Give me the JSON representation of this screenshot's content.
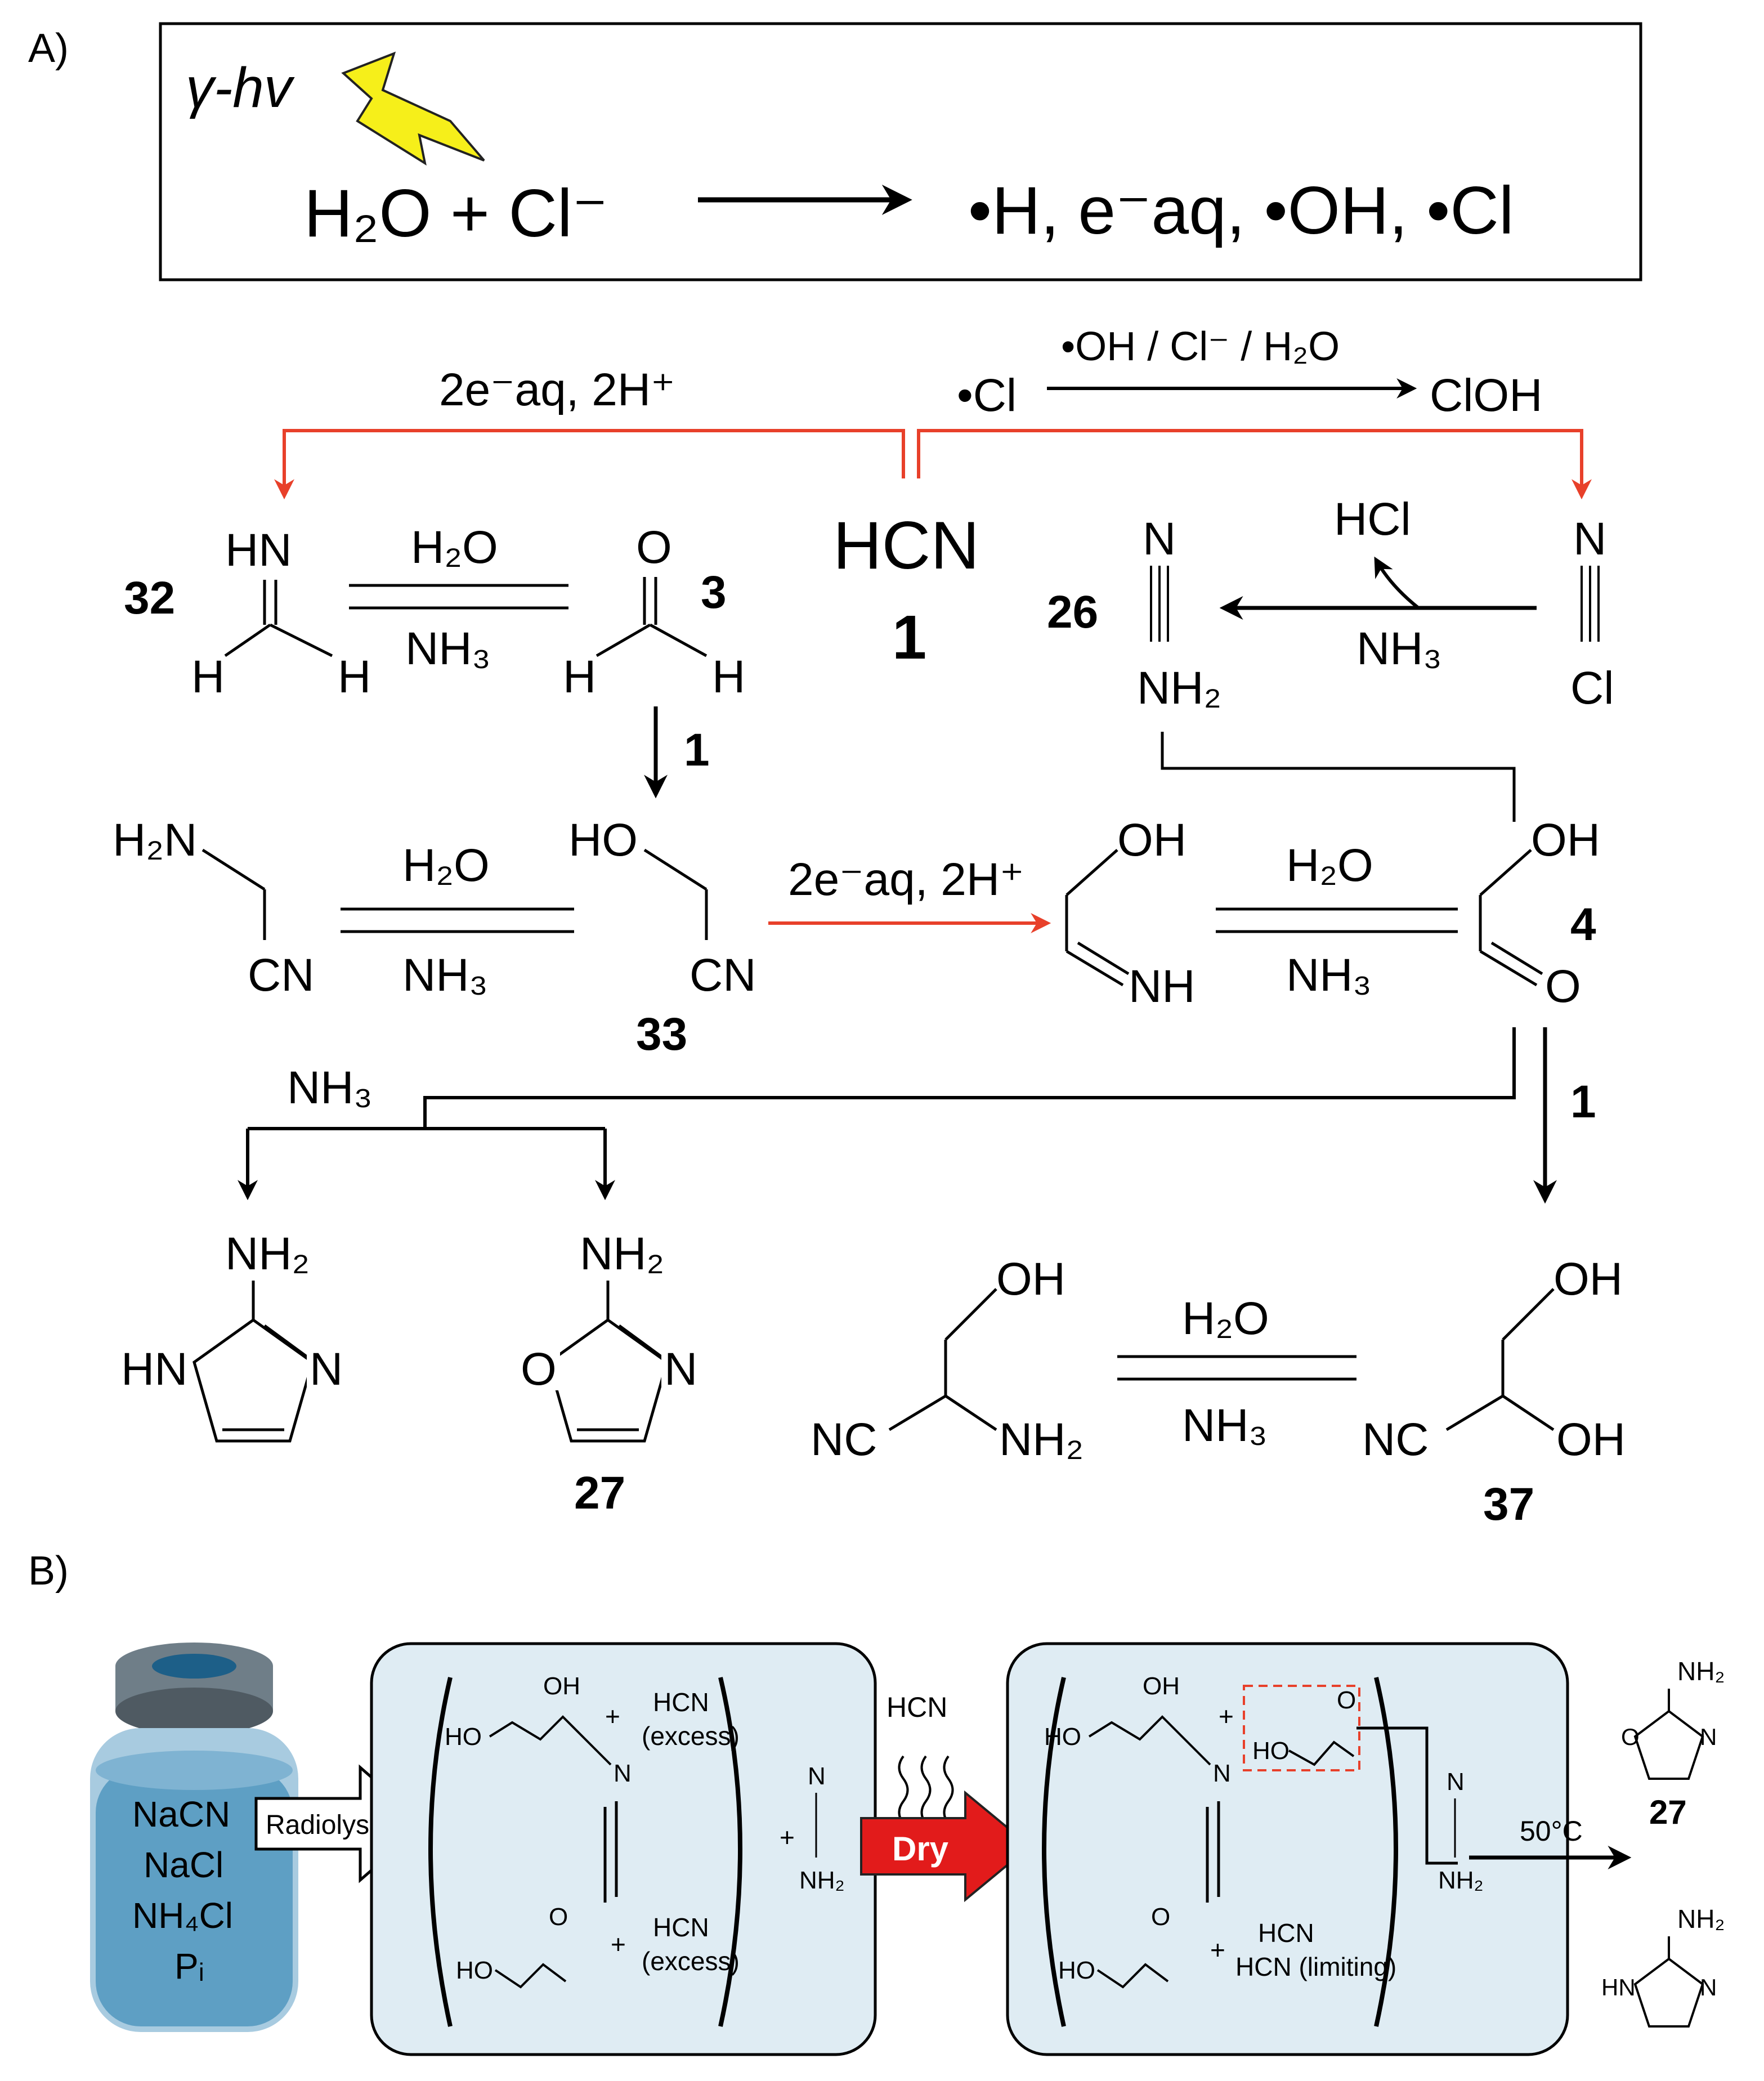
{
  "colors": {
    "red_arrow": "#e8402a",
    "ink": "#000000",
    "vial_blue": "#5e9fc4",
    "panel_bg": "#dfecf3"
  },
  "panelA": {
    "label": "A)",
    "box": {
      "rad1": "γ-hv",
      "reactants_H2O": "H₂O + Cl⁻",
      "products": "•H, e⁻aq, •OH, •Cl",
      "lightning": "lightning-icon"
    },
    "arrow_top_red_label": "2e⁻aq, 2H⁺",
    "cl_radical": "•Cl",
    "cl_arrow_label": "•OH / Cl⁻ / H₂O",
    "cloh": "ClOH",
    "hcn": "HCN",
    "hcn_num": "1",
    "cpd32": "32",
    "cpd3": "3",
    "cpd26": "26",
    "cpd33": "33",
    "cpd4": "4",
    "cpd27": "27",
    "cpd37": "37",
    "h2o": "H₂O",
    "nh3": "NH₃",
    "hcl": "HCl",
    "one": "1",
    "red_mid_label": "2e⁻aq, 2H⁺"
  },
  "panelB": {
    "label": "B)",
    "vial_lines": [
      "NaCN",
      "NaCl",
      "NH₄Cl",
      "Pᵢ"
    ],
    "radiolysis": "Radiolysis",
    "hcn_excess1": "HCN (excess)",
    "hcn_excess2": "HCN (excess)",
    "hcn_limiting": "HCN (limiting)",
    "hcn_gas": "HCN",
    "dry": "Dry",
    "temp": "50°C",
    "cpd27": "27"
  }
}
